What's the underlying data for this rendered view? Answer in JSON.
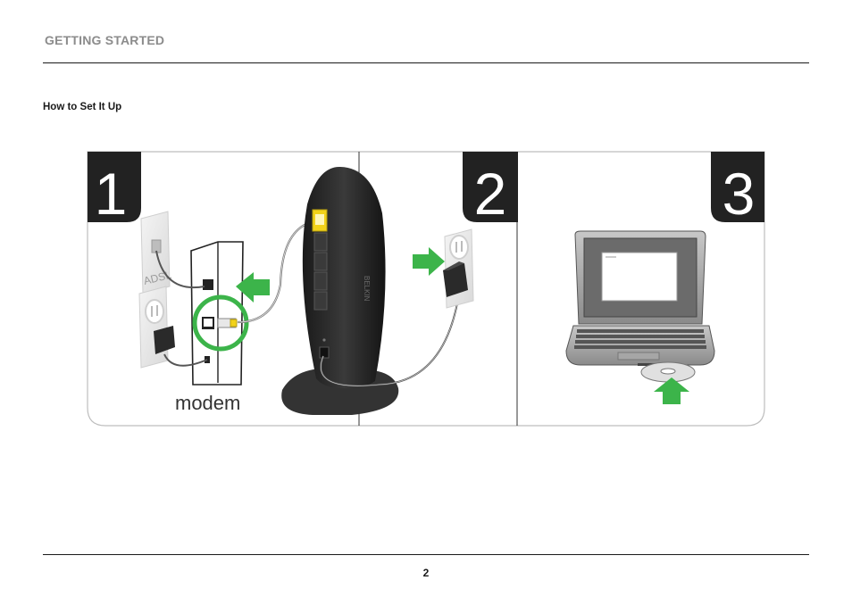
{
  "header": {
    "title": "GETTING STARTED"
  },
  "section": {
    "title": "How to Set It Up"
  },
  "figure": {
    "steps": [
      {
        "number": "1"
      },
      {
        "number": "2"
      },
      {
        "number": "3"
      }
    ],
    "modem_label": "modem",
    "wall_jack_label": "ADSL",
    "router_brand": "BELKIN"
  },
  "footer": {
    "page_number": "2"
  },
  "colors": {
    "accent_green": "#3cb44a",
    "router_black": "#262626",
    "ethernet_yellow": "#f2d21a",
    "header_gray": "#8c8c8c"
  }
}
